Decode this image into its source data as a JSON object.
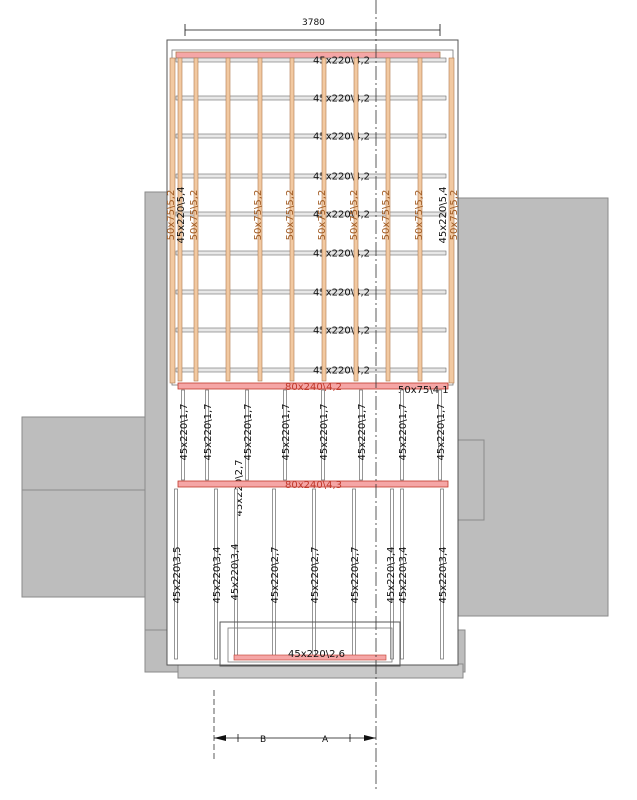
{
  "drawing": {
    "dimension_top": "3780",
    "section_markers": {
      "b": "B",
      "a": "A"
    },
    "colors": {
      "background": "#ffffff",
      "grey_block": "#bdbdbd",
      "grey_edge": "#8a8a8a",
      "beam_light": "#f2c9a1",
      "beam_edge": "#b07a4e",
      "rafter_edge": "#6a6a6a",
      "highlight": "#f5a6a6",
      "label_dark": "#111111",
      "label_brown": "#a05a22",
      "label_red": "#c0392b"
    },
    "upper_horizontal_labels": [
      "45x220\\4,2",
      "45x220\\4,2",
      "45x220\\4,2",
      "45x220\\4,2",
      "45x220\\4,2",
      "45x220\\4,2",
      "45x220\\4,2",
      "45x220\\4,2",
      "45x220\\4,2"
    ],
    "upper_vertical_labels": [
      "50x75\\5,2",
      "45x220\\5,4",
      "50x75\\5,2",
      "50x75\\5,2",
      "50x75\\5,2",
      "50x75\\5,2",
      "50x75\\5,2",
      "50x75\\5,2",
      "50x75\\5,2",
      "45x220\\5,4",
      "50x75\\5,2"
    ],
    "beam_upper_label": "80x240\\4,2",
    "beam_upper_right_label": "50x75\\4,1",
    "middle_vertical_labels": [
      "45x220\\1,7",
      "45x220\\1,7",
      "45x220\\1,7",
      "45x220\\1,7",
      "45x220\\1,7",
      "45x220\\1,7",
      "45x220\\1,7",
      "45x220\\1,7",
      "45x220\\2,7"
    ],
    "beam_lower_label": "80x240\\4,3",
    "lower_vertical_labels": [
      "45x220\\3,5",
      "45x220\\3,4",
      "45x220\\3,4",
      "45x220\\2,7",
      "45x220\\2,7",
      "45x220\\2,7",
      "45x220\\3,4",
      "45x220\\3,4",
      "45x220\\3,4"
    ],
    "bottom_label": "45x220\\2,6"
  }
}
